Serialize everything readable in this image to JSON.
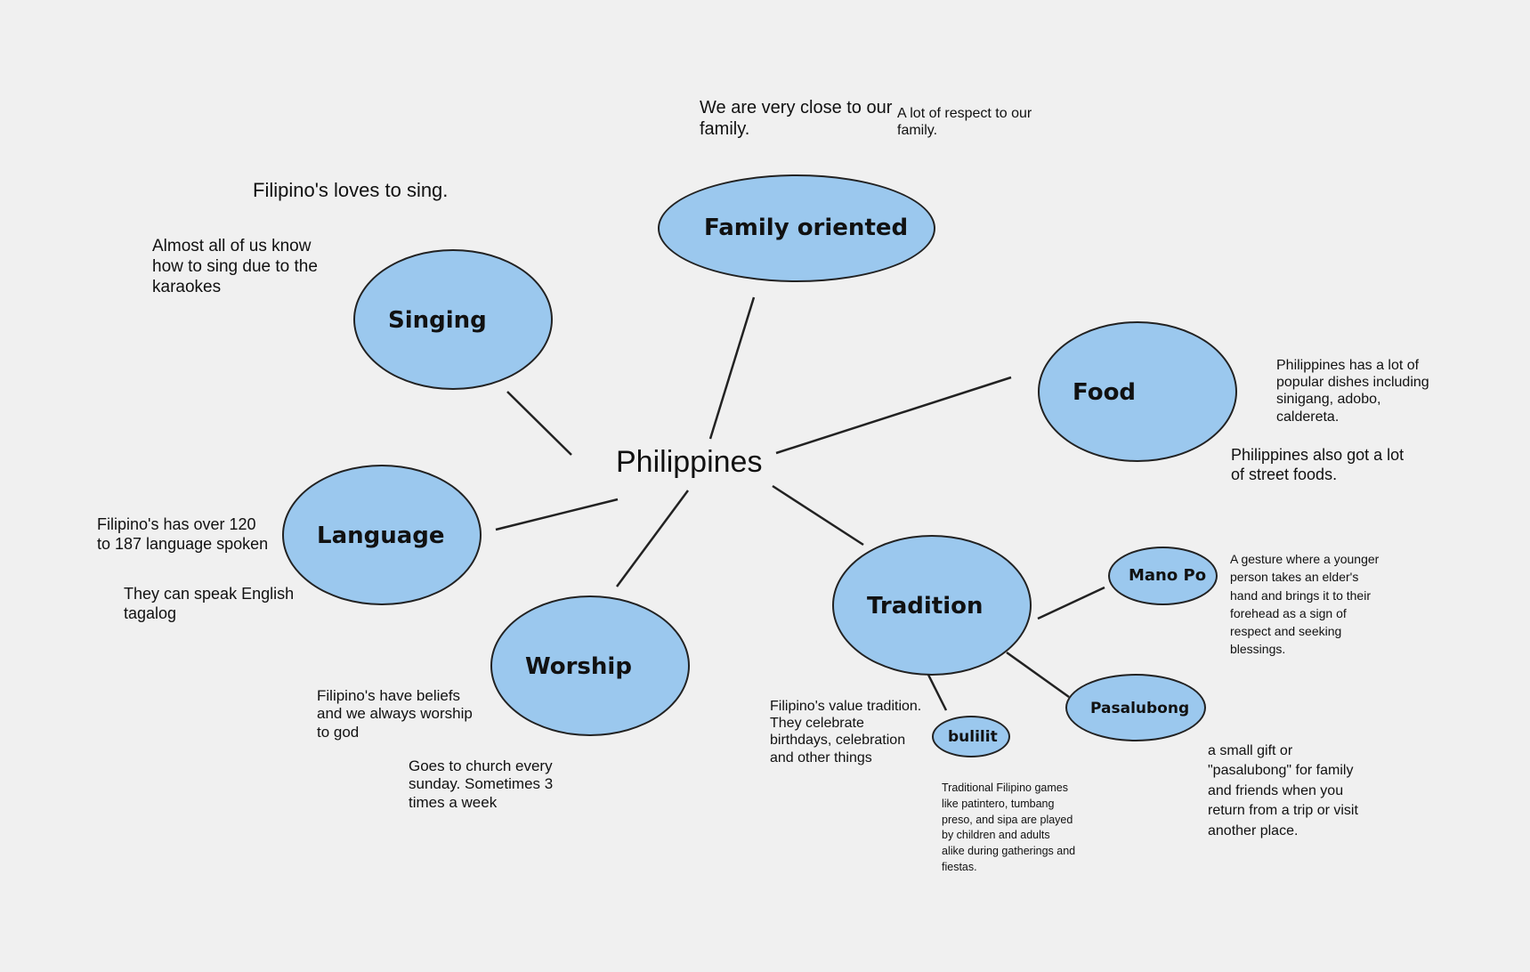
{
  "center": {
    "label": "Philippines"
  },
  "nodes": {
    "family": "Family oriented",
    "singing": "Singing",
    "food": "Food",
    "language": "Language",
    "worship": "Worship",
    "tradition": "Tradition",
    "mano_po": "Mano Po",
    "pasalubong": "Pasalubong",
    "bulilit": "bulilit"
  },
  "notes": {
    "family_close": [
      "We are very close to our",
      "family."
    ],
    "family_respect": [
      "A lot of respect to our",
      "family."
    ],
    "singing_loves": [
      "Filipino's loves to sing."
    ],
    "singing_karaoke": [
      "Almost all of us know",
      "how to sing due to the",
      "karaokes"
    ],
    "food_dishes": [
      "Philippines has a lot of",
      "popular dishes including",
      "sinigang, adobo,",
      "caldereta."
    ],
    "food_street": [
      "Philippines also got a lot",
      "of street foods."
    ],
    "language_count": [
      "Filipino's has over 120",
      "to 187 language spoken"
    ],
    "language_english": [
      "They can speak English",
      "tagalog"
    ],
    "worship_beliefs": [
      "Filipino's have beliefs",
      "and we always worship",
      "to god"
    ],
    "worship_church": [
      "Goes to church every",
      "sunday. Sometimes 3",
      "times a week"
    ],
    "tradition_value": [
      "Filipino's value tradition.",
      "They celebrate",
      "birthdays, celebration",
      "and other things"
    ],
    "mano_po_desc": [
      "A gesture where a younger",
      "person takes an elder's",
      "hand and brings it to their",
      "forehead as a sign of",
      "respect and seeking",
      "blessings."
    ],
    "pasalubong_desc": [
      "a small gift or",
      "\"pasalubong\" for family",
      "and friends when you",
      "return from a trip or visit",
      "another place."
    ],
    "bulilit_desc": [
      "Traditional Filipino games",
      "like patintero, tumbang",
      "preso, and sipa are played",
      "by children and adults",
      "alike during gatherings and",
      "fiestas."
    ]
  },
  "colors": {
    "node_fill": "#9bc8ee",
    "node_stroke": "#222222",
    "background": "#f0f0f0",
    "line": "#222222"
  }
}
